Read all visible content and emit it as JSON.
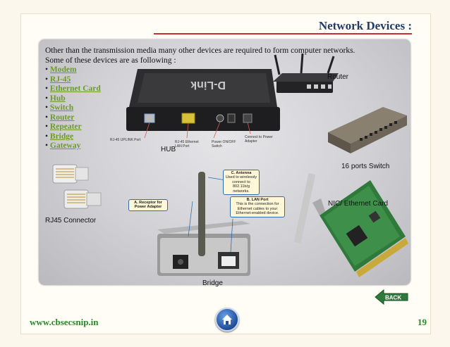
{
  "slide": {
    "title": "Network Devices :",
    "intro_line1": "Other than the transmission media many other devices are required to form computer networks.",
    "intro_line2": "Some of these devices are as following :",
    "devices": [
      "Modem",
      "RJ-45",
      "Ethernet Card",
      "Hub",
      "Switch",
      "Router",
      "Repeater",
      "Bridge",
      "Gateway"
    ],
    "bullet": "•"
  },
  "captions": {
    "router": "Router",
    "hub": "HUB",
    "switch": "16 ports Switch",
    "nic": "NIC/ Ethernet Card",
    "rj45": "RJ45 Connector",
    "bridge": "Bridge"
  },
  "hub_labels": [
    "RJ-45 UPLINK Port",
    "RJ-45 Ethernet LAN Port",
    "Power ON/OFF Switch",
    "Connect to Power Adapter"
  ],
  "bridge_callouts": {
    "antenna_title": "C. Antenna",
    "antenna_text": "Used to wirelessly connect to 802.11b/g networks.",
    "power_title": "A. Receptor for Power Adapter",
    "lan_title": "B. LAN Port",
    "lan_text": "This is the connection for Ethernet cables to your Ethernet-enabled device."
  },
  "hub_brand": "D-Link",
  "back_label": "BACK",
  "footer": {
    "url": "www.cbsecsnip.in",
    "page": "19"
  },
  "icons": [
    "home-icon",
    "back-arrow-icon"
  ],
  "colors": {
    "title": "#1f3b6b",
    "rule": "#c9302c",
    "link": "#6b9a2a",
    "footer": "#2a8a2a"
  }
}
